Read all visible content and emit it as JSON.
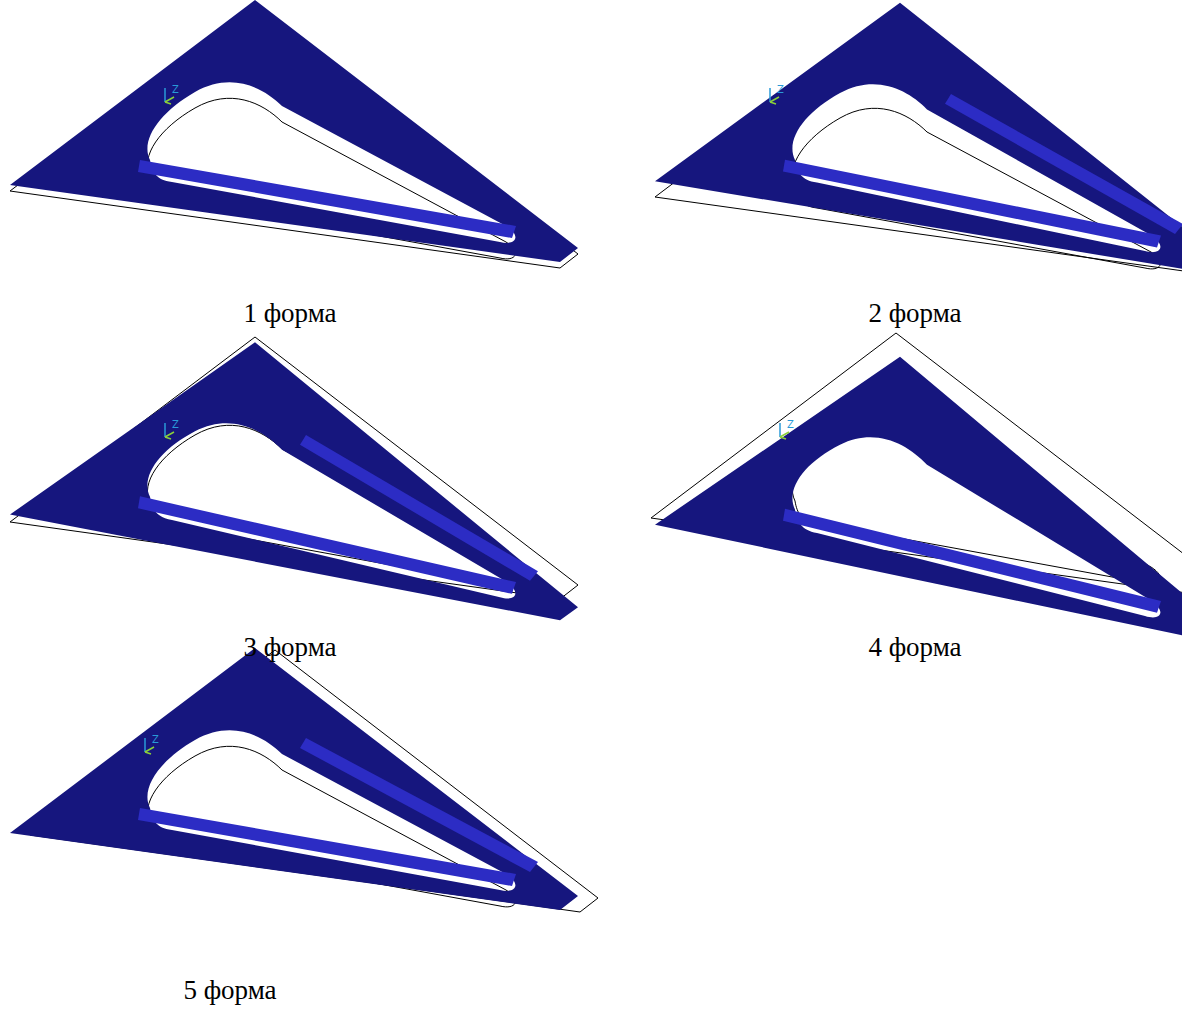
{
  "diagram": {
    "labels": [
      "1 форма",
      "2 форма",
      "3 форма",
      "4 форма",
      "5 форма",
      "Z",
      "Z",
      "Z",
      "Z",
      "Z"
    ]
  }
}
